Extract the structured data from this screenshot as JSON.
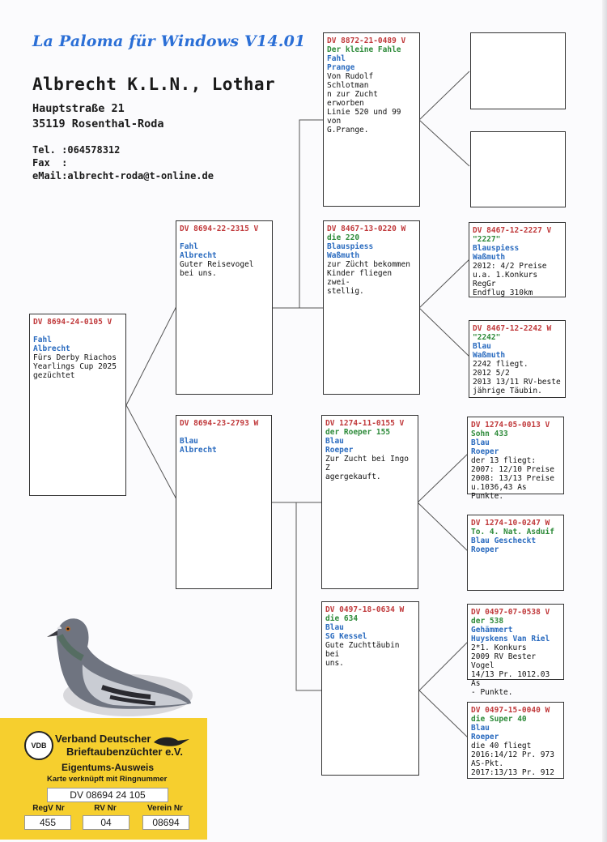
{
  "header": {
    "software": "La Paloma für Windows V14.01",
    "owner": "Albrecht K.L.N., Lothar",
    "street": "Hauptstraße 21",
    "city": "35119 Rosenthal-Roda",
    "tel": "Tel. :064578312",
    "fax": "Fax  :",
    "email": "eMail:albrecht-roda@t-online.de"
  },
  "pedigree": {
    "subject": {
      "ring": "DV 8694-24-0105 V",
      "color": "Fahl",
      "breeder": "Albrecht",
      "notes": "Fürs Derby Riachos Yearlings Cup 2025 gezüchtet"
    },
    "sire": {
      "ring": "DV 8694-22-2315 V",
      "color": "Fahl",
      "breeder": "Albrecht",
      "notes": "Guter Reisevogel bei uns."
    },
    "dam": {
      "ring": "DV 8694-23-2793 W",
      "color": "Blau",
      "breeder": "Albrecht"
    },
    "ss": {
      "ring": "DV 8872-21-0489 V",
      "name": "Der kleine Fahle",
      "color": "Fahl",
      "breeder": "Prange",
      "notes": "Von Rudolf Schlotman\nn zur Zucht erworben\nLinie 520 und 99 von\nG.Prange."
    },
    "sd": {
      "ring": "DV 8467-13-0220 W",
      "name": "die 220",
      "color": "Blauspiess",
      "breeder": "Waßmuth",
      "notes": "zur Zücht bekommen\nKinder fliegen zwei-\nstellig."
    },
    "ds": {
      "ring": "DV 1274-11-0155 V",
      "name": "der Roeper 155",
      "color": "Blau",
      "breeder": "Roeper",
      "notes": "Zur Zucht bei Ingo Z\nagergekauft."
    },
    "dd": {
      "ring": "DV 0497-18-0634 W",
      "name": "die 634",
      "color": "Blau",
      "breeder": "SG Kessel",
      "notes": "Gute Zuchttäubin bei\nuns."
    },
    "sds": {
      "ring": "DV 8467-12-2227 V",
      "name": "\"2227\"",
      "color": "Blauspiess",
      "breeder": "Waßmuth",
      "notes": "2012:  4/2 Preise\nu.a. 1.Konkurs RegGr\nEndflug 310km"
    },
    "sdd": {
      "ring": "DV 8467-12-2242 W",
      "name": "\"2242\"",
      "color": "Blau",
      "breeder": "Waßmuth",
      "notes": "2242 fliegt.\n2012 5/2\n2013 13/11 RV-beste\njährige Täubin."
    },
    "dss": {
      "ring": "DV 1274-05-0013 V",
      "name": "Sohn 433",
      "color": "Blau",
      "breeder": "Roeper",
      "notes": "der 13 fliegt:\n2007: 12/10 Preise\n2008: 13/13 Preise\nu.1036,43 As Punkte."
    },
    "dsd": {
      "ring": "DV 1274-10-0247 W",
      "name": "To. 4. Nat. Asduif",
      "color": "Blau Gescheckt",
      "breeder": "Roeper"
    },
    "dds": {
      "ring": "DV 0497-07-0538 V",
      "name": "der 538",
      "color": "Gehämmert",
      "breeder": "Huyskens Van Riel",
      "notes": "2*1. Konkurs\n2009 RV Bester Vogel\n14/13 Pr. 1012.03 As\n- Punkte."
    },
    "ddd": {
      "ring": "DV 0497-15-0040 W",
      "name": "die Super 40",
      "color": "Blau",
      "breeder": "Roeper",
      "notes": "die 40 fliegt\n2016:14/12 Pr. 973\nAS-Pkt.\n2017:13/13 Pr. 912"
    }
  },
  "card": {
    "seal": "VDB",
    "org_line1": "Verband Deutscher",
    "org_line2": "Brieftaubenzüchter e.V.",
    "title": "Eigentums-Ausweis",
    "subtitle": "Karte verknüpft mit Ringnummer",
    "ring": "DV 08694 24 105",
    "labels": [
      "RegV Nr",
      "RV Nr",
      "Verein Nr"
    ],
    "values": [
      "455",
      "04",
      "08694"
    ]
  }
}
